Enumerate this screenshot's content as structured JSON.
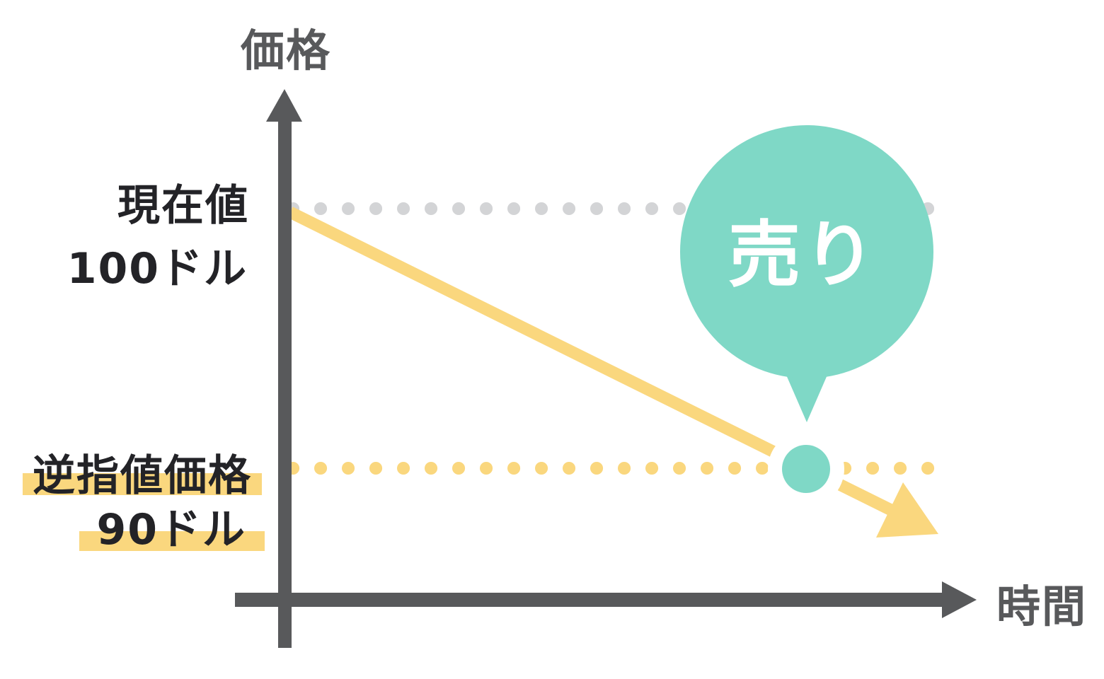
{
  "canvas": {
    "background": "#FFFFFF"
  },
  "colors": {
    "axis_gray": "#58595B",
    "label_dark": "#232327",
    "dot_gray": "#D3D4D6",
    "yellow": "#FAD77E",
    "teal": "#7FD8C6",
    "white": "#FFFFFF"
  },
  "chart": {
    "y_axis_label": "価格",
    "x_axis_label": "時間",
    "current_price": {
      "line1": "現在値",
      "line2": "100ドル"
    },
    "stop_price": {
      "line1": "逆指値価格",
      "line2": "90ドル"
    },
    "bubble_label": "売り"
  },
  "chart_data": {
    "type": "line",
    "xlabel": "時間",
    "ylabel": "価格",
    "reference_lines": [
      {
        "label": "現在値",
        "value_label": "100ドル",
        "value": 100,
        "style": "dotted",
        "color": "#D3D4D6"
      },
      {
        "label": "逆指値価格",
        "value_label": "90ドル",
        "value": 90,
        "style": "dotted",
        "color": "#FAD77E",
        "highlighted": true
      }
    ],
    "series": [
      {
        "trend": "falling",
        "start_value": 100,
        "end_value": 88,
        "color": "#FAD77E"
      }
    ],
    "annotations": [
      {
        "text": "売り",
        "type": "speech-bubble",
        "at_value": 90,
        "color": "#7FD8C6"
      }
    ]
  }
}
